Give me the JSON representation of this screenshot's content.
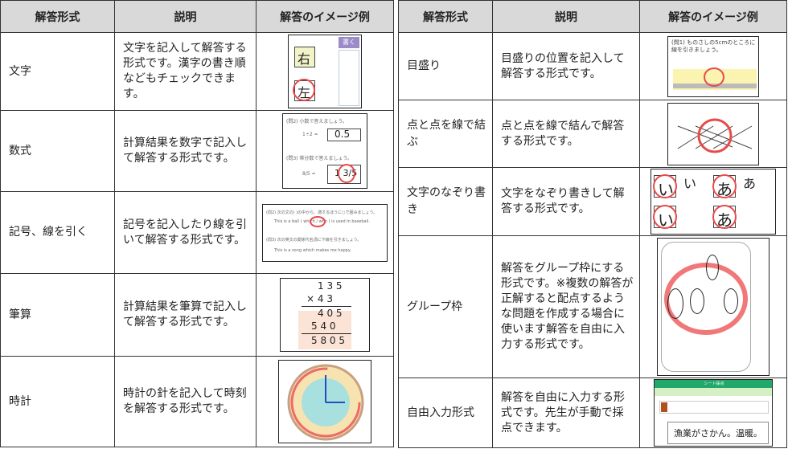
{
  "headers": {
    "format": "解答形式",
    "description": "説明",
    "example": "解答のイメージ例"
  },
  "left_rows": [
    {
      "format": "文字",
      "description": "文字を記入して解答する形式です。漢字の書き順などもチェックできます。"
    },
    {
      "format": "数式",
      "description": "計算結果を数字で記入して解答する形式です。"
    },
    {
      "format": "記号、線を引く",
      "description": "記号を記入したり線を引いて解答する形式です。"
    },
    {
      "format": "筆算",
      "description": "計算結果を筆算で記入して解答する形式です。"
    },
    {
      "format": "時計",
      "description": "時計の針を記入して時刻を解答する形式です。"
    }
  ],
  "right_rows": [
    {
      "format": "目盛り",
      "description": "目盛りの位置を記入して解答する形式です。"
    },
    {
      "format": "点と点を線で結ぶ",
      "description": "点と点を線で結んで解答する形式です。"
    },
    {
      "format": "文字のなぞり書き",
      "description": "文字をなぞり書きして解答する形式です。"
    },
    {
      "format": "グループ枠",
      "description": "解答をグループ枠にする形式です。※複数の解答が正解すると配点するような問題を作成する場合に使います解答を自由に入力する形式です。"
    },
    {
      "format": "自由入力形式",
      "description": "解答を自由に入力する形式です。先生が手動で採点できます。"
    }
  ],
  "thumbnails": {
    "moji": {
      "tab": "書く",
      "a": "右",
      "b": "左"
    },
    "sushiki": {
      "q1": "(問2) 小数で答えましょう。",
      "eq1": "1÷2 =",
      "ans1": "0.5",
      "q2": "(問3) 帯分数で答えましょう。",
      "eq2": "8/5 =",
      "ans2": "1 3/5"
    },
    "kigou": {
      "q1": "(問2) 次の文の( )の中から、適するほうに○で囲みましょう。",
      "s1": "This is a ball ( which / who ) is used in baseball.",
      "q2": "(問3) 次の英文の関係代名詞に下線を引きましょう。",
      "s2": "This is a song which makes me happy."
    },
    "hissan": {
      "l1": "1 3 5",
      "l2": "× 4 3",
      "l3": "4 0 5",
      "l4": "5 4 0",
      "l5": "5 8 0 5"
    },
    "memori": {
      "q": "(問1) ものさしの5cmのところに線を引きましょう。"
    },
    "nazori": {
      "a": "い",
      "b": "あ"
    },
    "jiyuu": {
      "title": "シート採点",
      "answer": "漁業がさかん。温暖。"
    }
  }
}
